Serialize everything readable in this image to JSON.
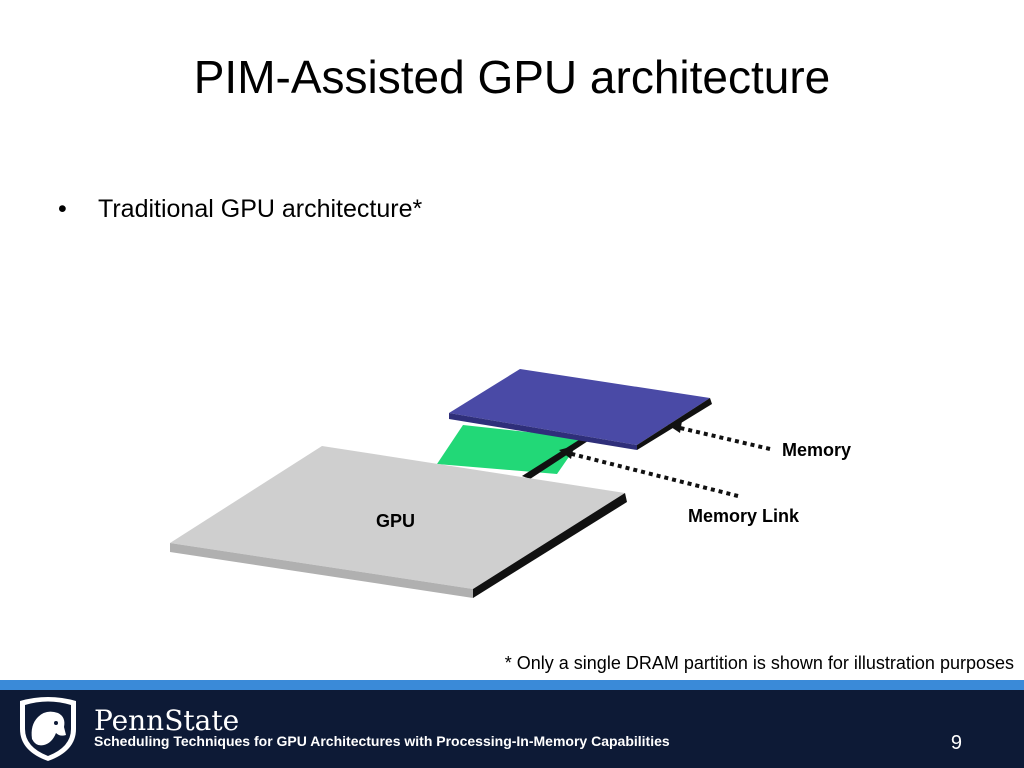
{
  "slide": {
    "title": "PIM-Assisted GPU architecture",
    "bullet_marker": "•",
    "bullet_text": "Traditional GPU architecture*"
  },
  "diagram": {
    "gpu_label": "GPU",
    "memory_label": "Memory",
    "memory_link_label": "Memory Link",
    "colors": {
      "gpu_top": "#cfcfcf",
      "memory_top": "#4a4aa6",
      "link": "#22d877",
      "edge": "#111111"
    }
  },
  "footnote": "* Only a single DRAM partition is shown for illustration purposes",
  "footer": {
    "brand": "PennState",
    "subtitle": "Scheduling Techniques for GPU Architectures with Processing-In-Memory Capabilities",
    "page_number": "9",
    "colors": {
      "bar": "#0d1a36",
      "stripe": "#3a8ad8"
    }
  }
}
